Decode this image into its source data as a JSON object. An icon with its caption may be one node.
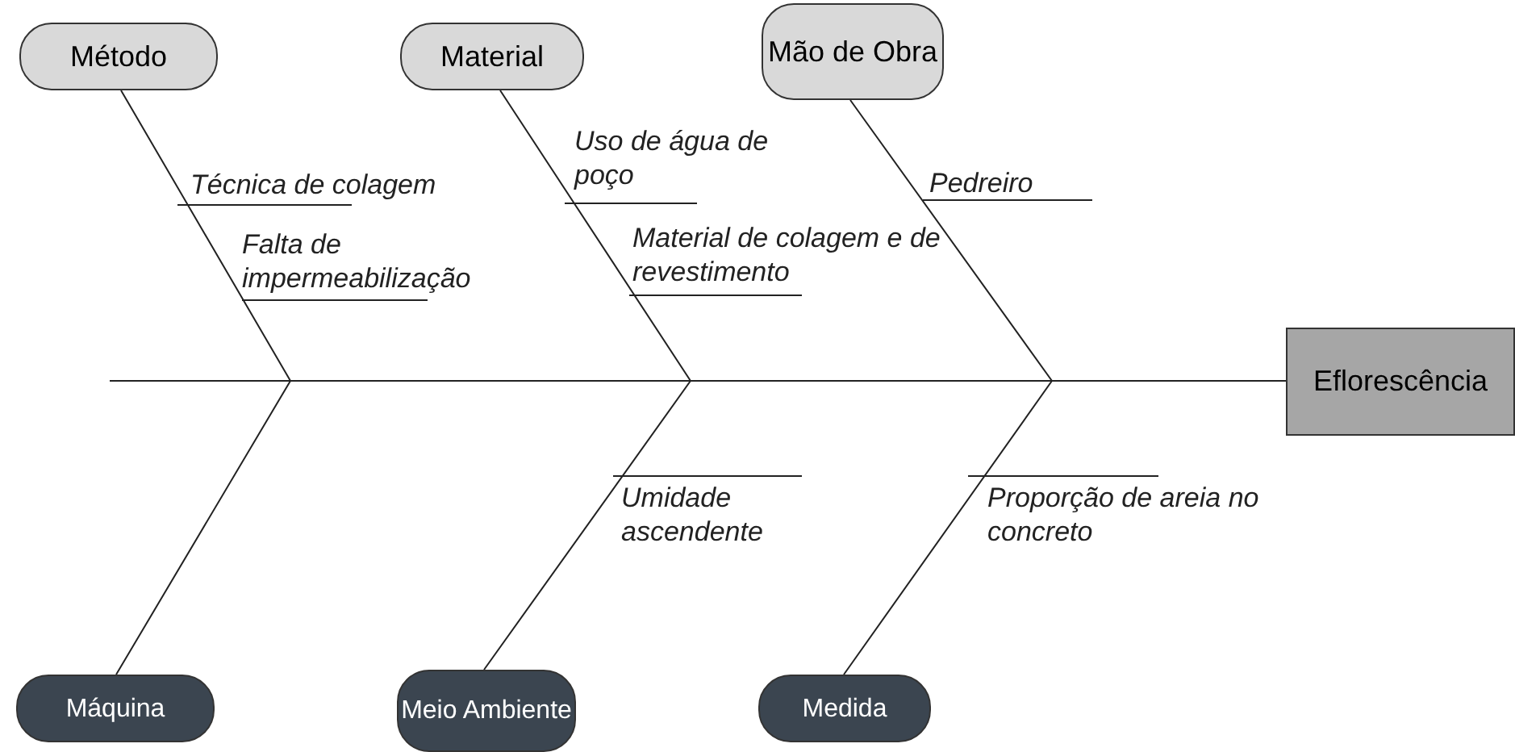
{
  "diagram": {
    "nodes": [
      {
        "text": [
          "Método"
        ]
      },
      {
        "text": [
          "Material"
        ]
      },
      {
        "text": [
          "Mão de Obra"
        ]
      },
      {
        "text": [
          "Máquina"
        ]
      },
      {
        "text": [
          "Meio Ambiente"
        ]
      },
      {
        "text": [
          "Medida"
        ]
      },
      {
        "text": [
          "Eflorescência"
        ]
      }
    ],
    "edges": [
      {
        "from": 0,
        "to": 6,
        "arrow": "none"
      },
      {
        "from": 1,
        "to": 6,
        "arrow": "none"
      },
      {
        "from": 2,
        "to": 6,
        "arrow": "none"
      },
      {
        "from": 3,
        "to": 6,
        "arrow": "none"
      },
      {
        "from": 4,
        "to": 6,
        "arrow": "none"
      },
      {
        "from": 5,
        "to": 6,
        "arrow": "none"
      }
    ],
    "labels": [
      "Técnica de colagem",
      "Uso de água de poço",
      "Pedreiro",
      "Falta de impermeabilização",
      "Material de colagem e de revestimento",
      "Umidade ascendente",
      "Proporção de areia no concreto"
    ]
  }
}
